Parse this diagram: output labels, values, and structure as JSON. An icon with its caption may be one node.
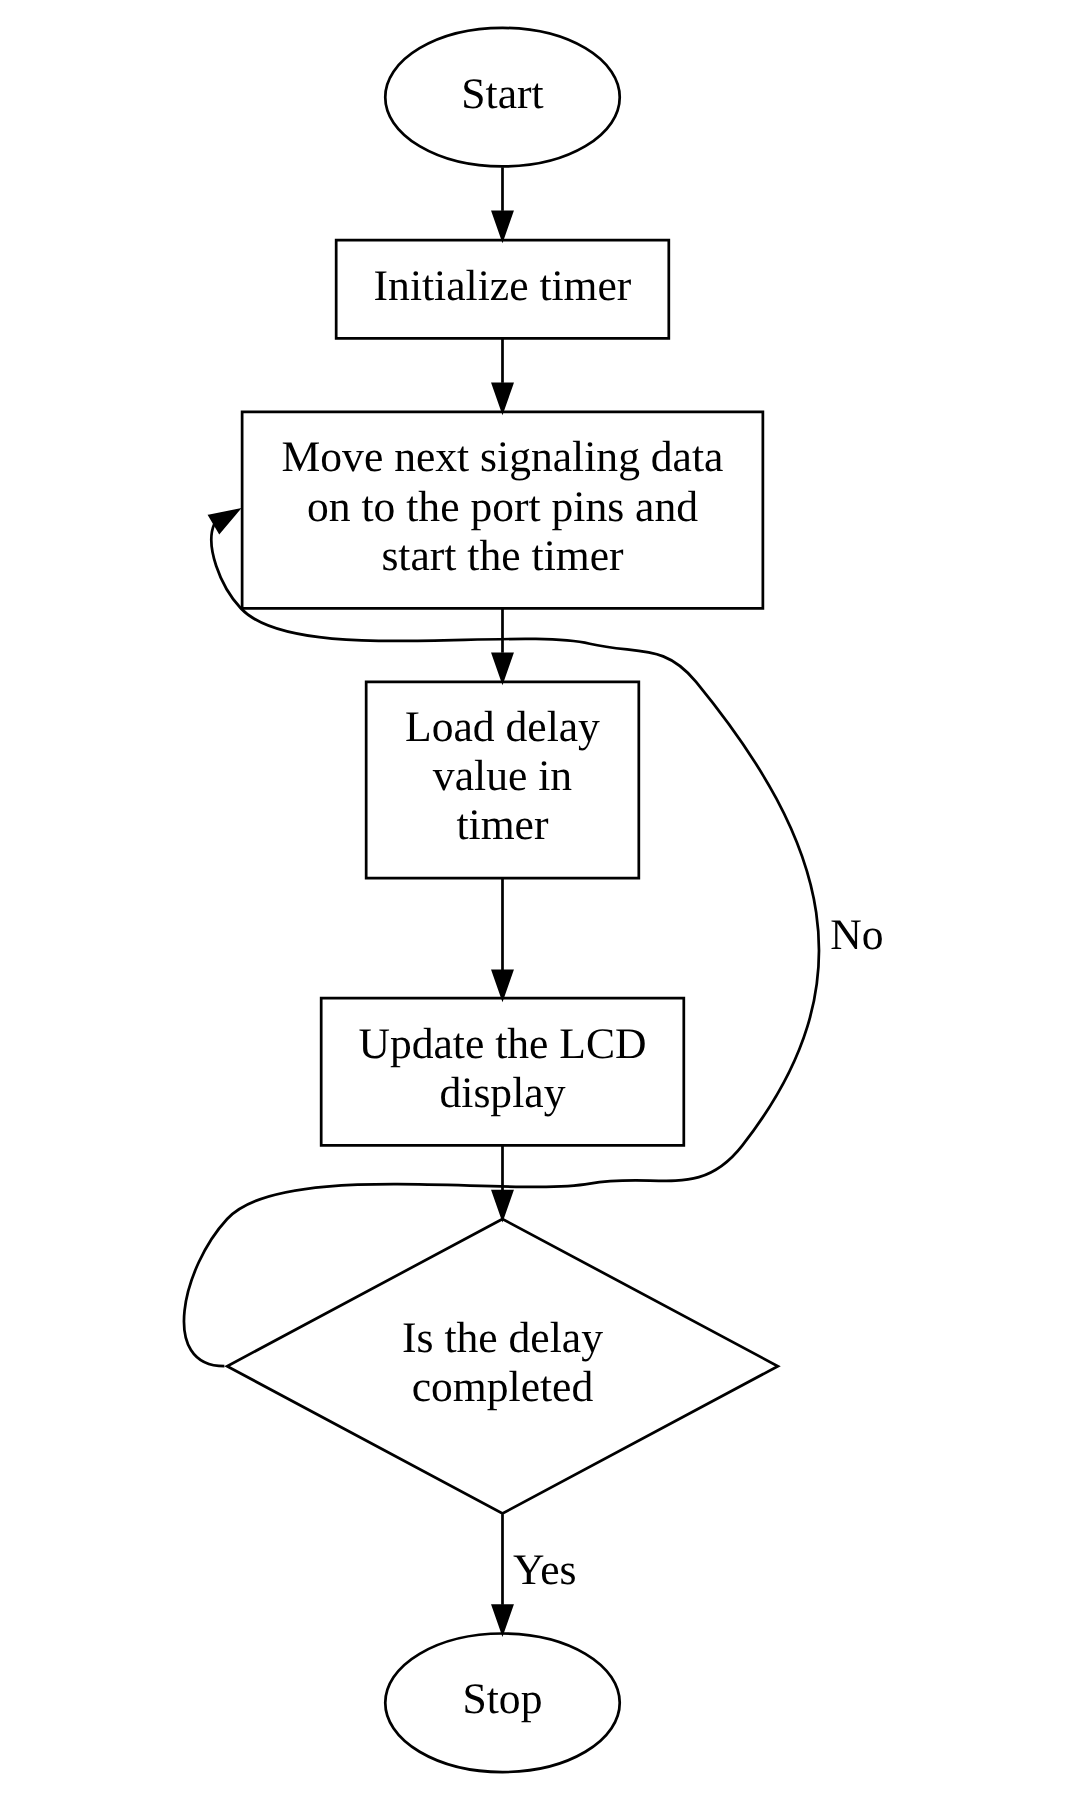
{
  "diagram": {
    "nodes": [
      {
        "text": [
          "Start"
        ]
      },
      {
        "text": [
          "Initialize timer"
        ]
      },
      {
        "text": [
          "Move next signaling data on to the port pins and start the timer"
        ]
      },
      {
        "text": [
          "Load delay value in timer"
        ]
      },
      {
        "text": [
          "Update the LCD display"
        ]
      },
      {
        "text": [
          "Is the delay completed"
        ]
      },
      {
        "text": [
          "Stop"
        ]
      }
    ],
    "edges": [
      {
        "from": 0,
        "to": 1,
        "arrow": "to"
      },
      {
        "from": 1,
        "to": 2,
        "arrow": "to"
      },
      {
        "from": 2,
        "to": 3,
        "arrow": "to"
      },
      {
        "from": 3,
        "to": 4,
        "arrow": "to"
      },
      {
        "from": 4,
        "to": 5,
        "arrow": "to"
      },
      {
        "from": 5,
        "to": 2,
        "arrow": "to",
        "label": "No"
      },
      {
        "from": 5,
        "to": 6,
        "arrow": "to",
        "label": "Yes"
      }
    ]
  }
}
